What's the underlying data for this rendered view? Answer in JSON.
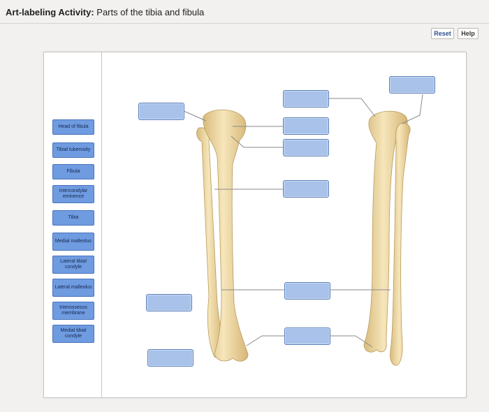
{
  "header": {
    "title_bold": "Art-labeling Activity:",
    "title_rest": "Parts of the tibia and fibula"
  },
  "toolbar": {
    "reset_label": "Reset",
    "help_label": "Help"
  },
  "label_bank": [
    "Head of fibula",
    "Tibial tuberosity",
    "Fibula",
    "Intercondylar eminence",
    "Tibia",
    "Medial malleolus",
    "Lateral tibial condyle",
    "Lateral malleolus",
    "Interosseous membrane",
    "Medial tibial condyle"
  ],
  "colors": {
    "label_bg": "#6f9be0",
    "target_bg": "#a8c2ea",
    "bone": "#f0dca9"
  }
}
